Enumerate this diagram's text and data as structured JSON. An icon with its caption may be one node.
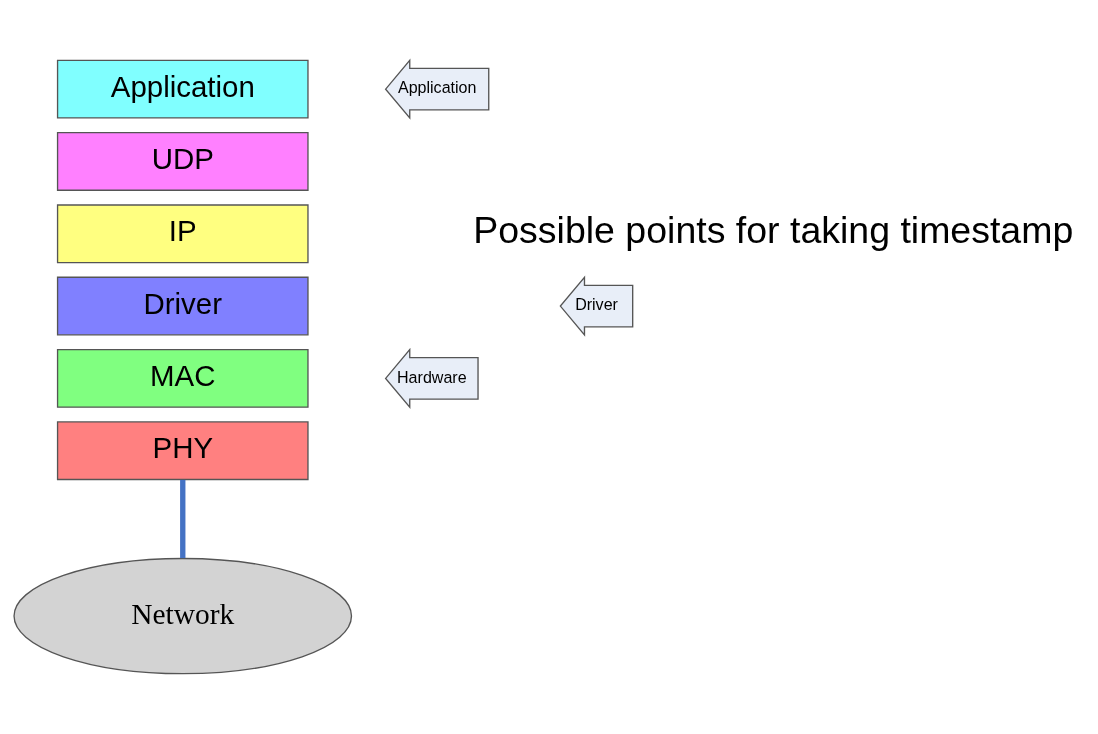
{
  "diagram": {
    "nodes": [
      {
        "text": [
          "Application"
        ]
      },
      {
        "text": [
          "UDP"
        ]
      },
      {
        "text": [
          "IP"
        ]
      },
      {
        "text": [
          "Driver"
        ]
      },
      {
        "text": [
          "MAC"
        ]
      },
      {
        "text": [
          "PHY"
        ]
      },
      {
        "text": [
          "Application"
        ]
      },
      {
        "text": [
          "Driver"
        ]
      },
      {
        "text": [
          "Hardware"
        ]
      },
      {
        "text": [
          "Network"
        ]
      }
    ],
    "edges": [
      {
        "from": 5,
        "to": 9,
        "arrow": "none",
        "color": "#4472c4"
      }
    ],
    "labels": [
      "Possible points for taking timestamp"
    ]
  }
}
